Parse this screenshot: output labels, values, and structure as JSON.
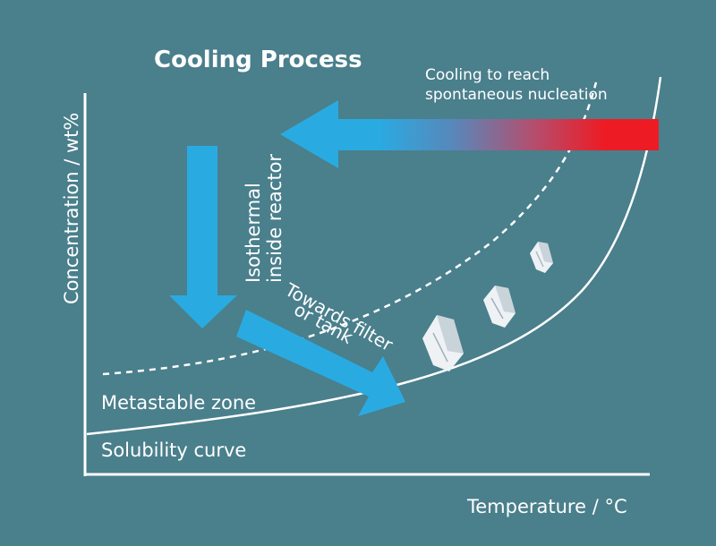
{
  "title": "Cooling Process",
  "annotation_nucleation": {
    "line1": "Cooling to reach",
    "line2": "spontaneous nucleation"
  },
  "label_isothermal": {
    "line1": "Isothermal",
    "line2": "inside reactor"
  },
  "label_towards": {
    "line1": "Towards filter",
    "line2": "or tank"
  },
  "label_metastable": "Metastable zone",
  "label_solubility": "Solubility curve",
  "axis_y_label": "Concentration / wt%",
  "axis_x_label": "Temperature / °C",
  "colors": {
    "background": "#4a7f8c",
    "arrow_blue": "#29abe2",
    "arrow_red": "#ed1c24",
    "line": "#ffffff",
    "crystal": "#eef2f5"
  }
}
